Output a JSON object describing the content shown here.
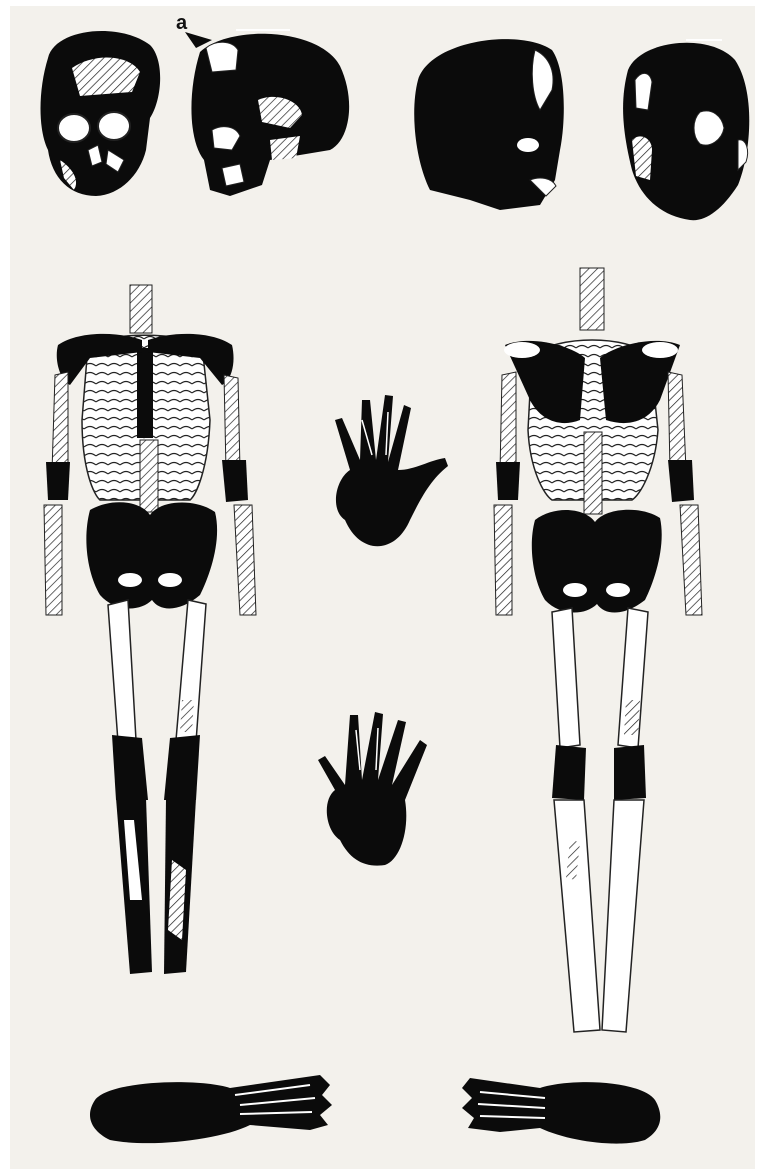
{
  "figure": {
    "annotation_label": "a",
    "colors": {
      "bone_dark": "#0b0b0b",
      "bone_light": "#ffffff",
      "background": "#f3f1ec",
      "outline": "#222222"
    },
    "views": [
      "skull-front-view",
      "skull-left-side-view",
      "skull-right-side-view",
      "skull-back-view",
      "skeleton-front-view",
      "skeleton-back-view",
      "hand-upper",
      "hand-lower",
      "foot-left",
      "foot-right"
    ]
  }
}
